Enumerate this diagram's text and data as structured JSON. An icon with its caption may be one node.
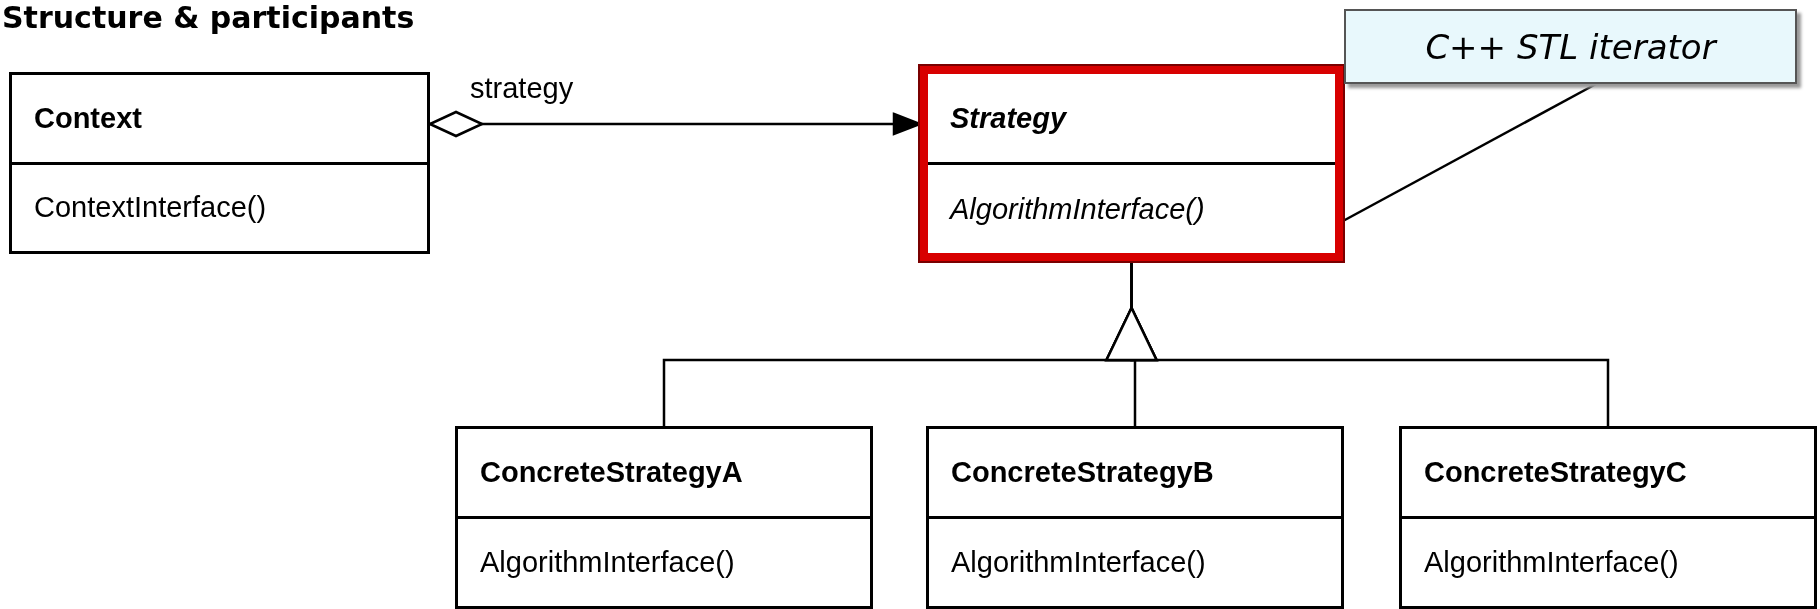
{
  "diagram": {
    "title": "Structure & participants",
    "nodes": [
      {
        "text": [
          "Context",
          "ContextInterface()"
        ]
      },
      {
        "text": [
          "Strategy",
          "AlgorithmInterface()"
        ]
      },
      {
        "text": [
          "C++ STL iterator"
        ]
      },
      {
        "text": [
          "ConcreteStrategyA",
          "AlgorithmInterface()"
        ]
      },
      {
        "text": [
          "ConcreteStrategyB",
          "AlgorithmInterface()"
        ]
      },
      {
        "text": [
          "ConcreteStrategyC",
          "AlgorithmInterface()"
        ]
      }
    ],
    "edges": [
      {
        "from": 0,
        "to": 1,
        "arrow": "to",
        "label": "strategy"
      },
      {
        "from": 3,
        "to": 1,
        "arrow": "to"
      },
      {
        "from": 4,
        "to": 1,
        "arrow": "to"
      },
      {
        "from": 5,
        "to": 1,
        "arrow": "to"
      },
      {
        "from": 2,
        "to": 1,
        "arrow": "none"
      }
    ]
  }
}
